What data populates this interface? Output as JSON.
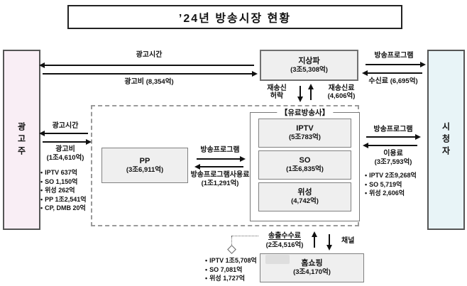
{
  "title": "’24년 방송시장 현황",
  "left_actor": {
    "label": "광고주"
  },
  "right_actor": {
    "label": "시청자"
  },
  "terrestrial": {
    "label": "지상파",
    "value": "(3조5,308억)"
  },
  "top_left_flows": {
    "time_label": "광고시간",
    "cost_label": "광고비",
    "cost_value": "(8,354억)"
  },
  "top_right_flows": {
    "program_label": "방송프로그램",
    "fee_label": "수신료",
    "fee_value": "(6,695억)"
  },
  "retransmission": {
    "permit_line1": "재송신",
    "permit_line2": "허락",
    "fee_line1": "재송신료",
    "fee_line2": "(4,606억)"
  },
  "pay_tv_group": {
    "label": "【유료방송사】",
    "boxes": [
      {
        "label": "IPTV",
        "value": "(5조783억)"
      },
      {
        "label": "SO",
        "value": "(1조6,835억)"
      },
      {
        "label": "위성",
        "value": "(4,742억)"
      }
    ]
  },
  "pp": {
    "label": "PP",
    "value": "(3조6,911억)"
  },
  "pp_flows": {
    "program_label": "방송프로그램",
    "fee_label": "방송프로그램사용료",
    "fee_value": "(1조1,291억)"
  },
  "left_mid_flows": {
    "time_label": "광고시간",
    "cost_label": "광고비",
    "cost_value": "(1조4,610억)",
    "breakdown": [
      "IPTV 637억",
      "SO 1,150억",
      "위성 262억",
      "PP 1조2,541억",
      "CP, DMB 20억"
    ]
  },
  "right_mid_flows": {
    "program_label": "방송프로그램",
    "fee_label": "이용료",
    "fee_value": "(3조7,593억)",
    "breakdown": [
      "IPTV 2조9,268억",
      "SO 5,719억",
      "위성 2,606억"
    ]
  },
  "bottom": {
    "fee_label": "송출수수료",
    "fee_value": "(2조4,516억)",
    "channel_label": "채널",
    "homeshopping": {
      "label": "홈쇼핑",
      "value": "(3조4,170억)"
    },
    "breakdown": [
      "IPTV 1조5,708억",
      "SO 7,081억",
      "위성 1,727억"
    ]
  }
}
